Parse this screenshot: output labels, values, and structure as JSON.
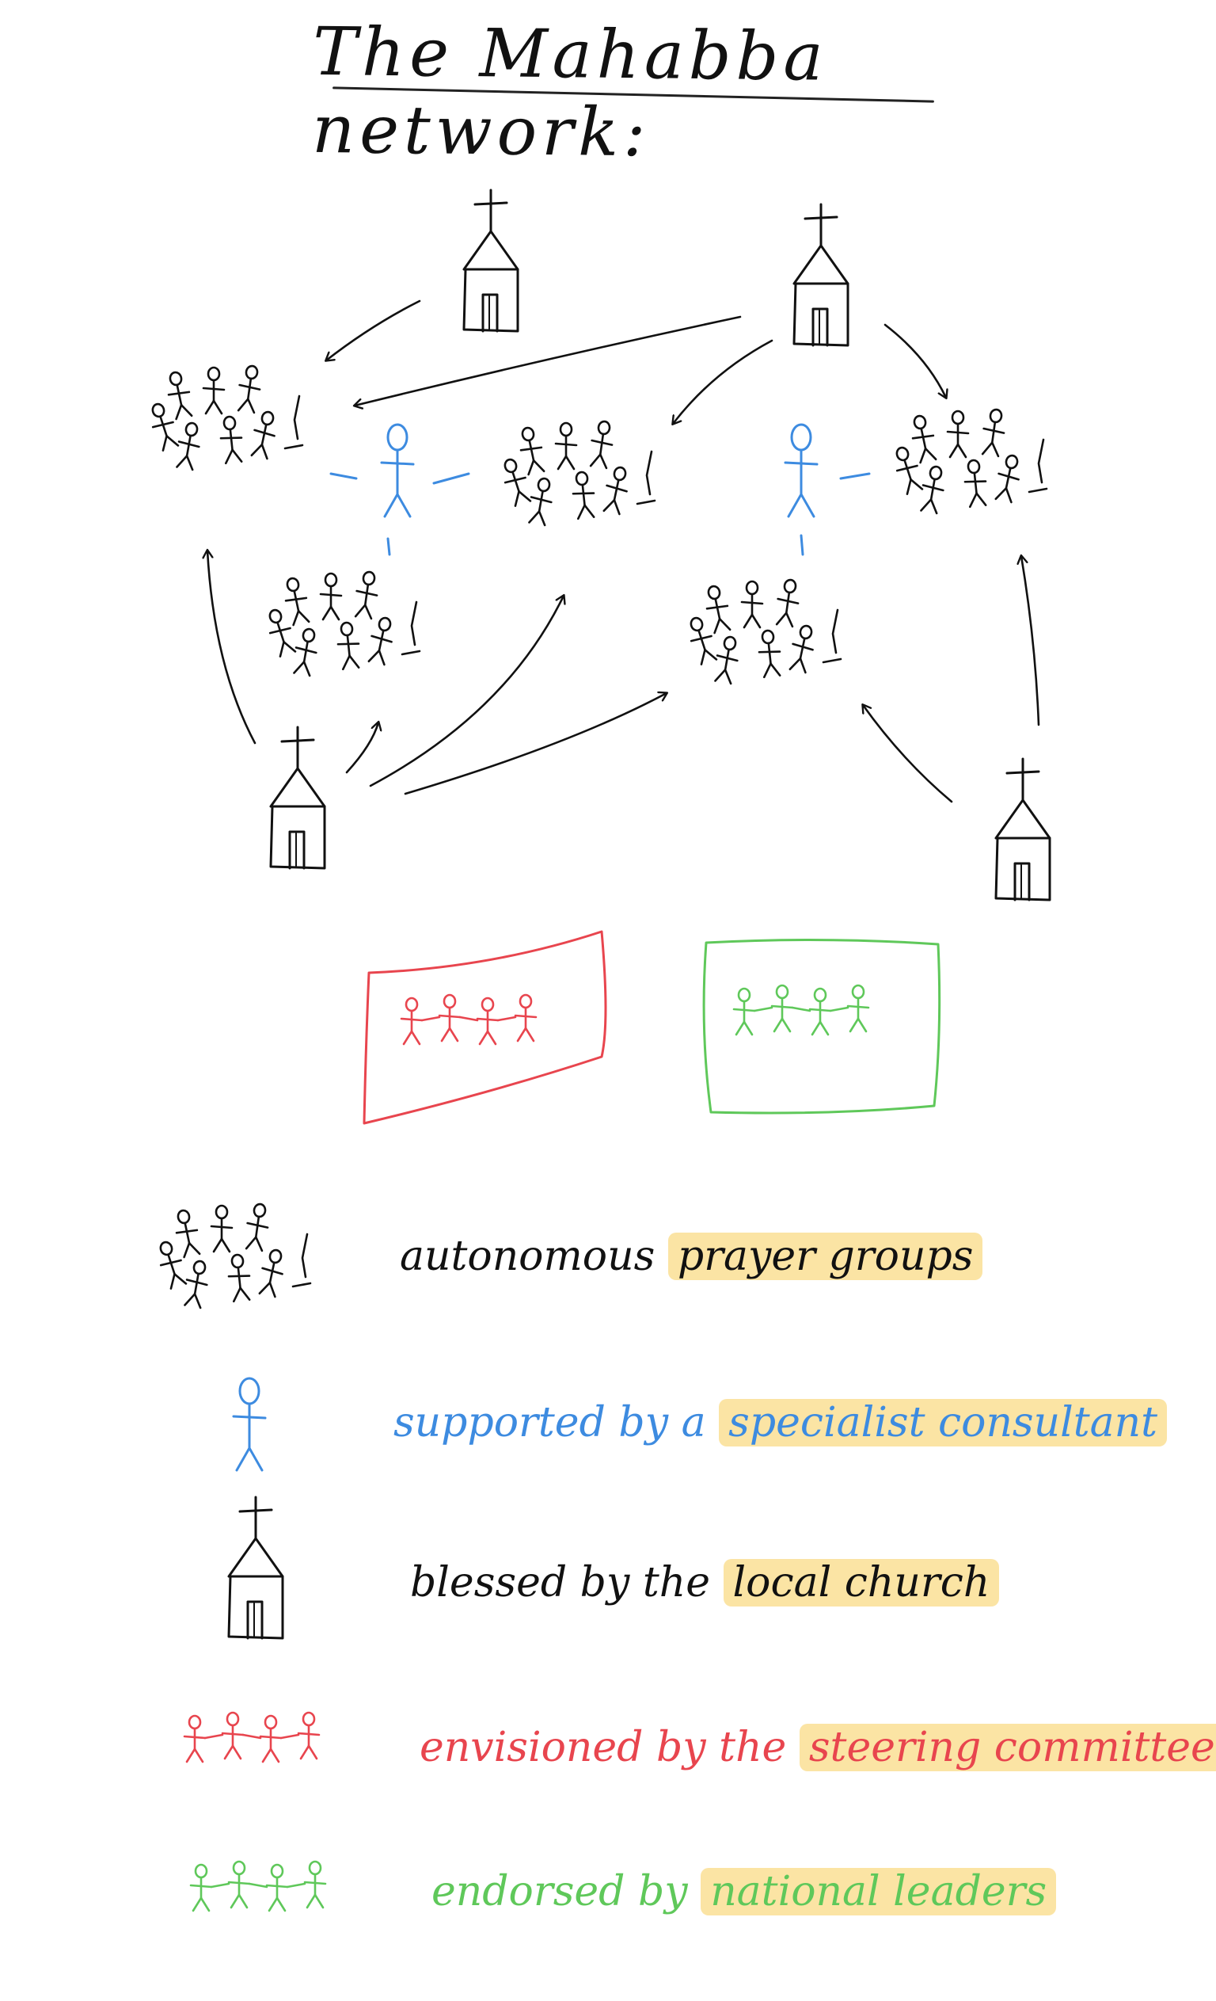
{
  "title": "The Mahabba network:",
  "colors": {
    "ink": "#111111",
    "consultant": "#3d8be0",
    "steering": "#e8454e",
    "national": "#5fc85a",
    "highlight": "#f7ce5a"
  },
  "legend": {
    "groups": {
      "prefix": "autonomous",
      "highlight": "prayer groups"
    },
    "consultant": {
      "prefix": "supported by a",
      "highlight": "specialist consultant"
    },
    "church": {
      "prefix": "blessed by the",
      "highlight": "local church"
    },
    "steering": {
      "prefix": "envisioned by the",
      "highlight": "steering committee"
    },
    "national": {
      "prefix": "endorsed by",
      "highlight": "national leaders"
    }
  }
}
